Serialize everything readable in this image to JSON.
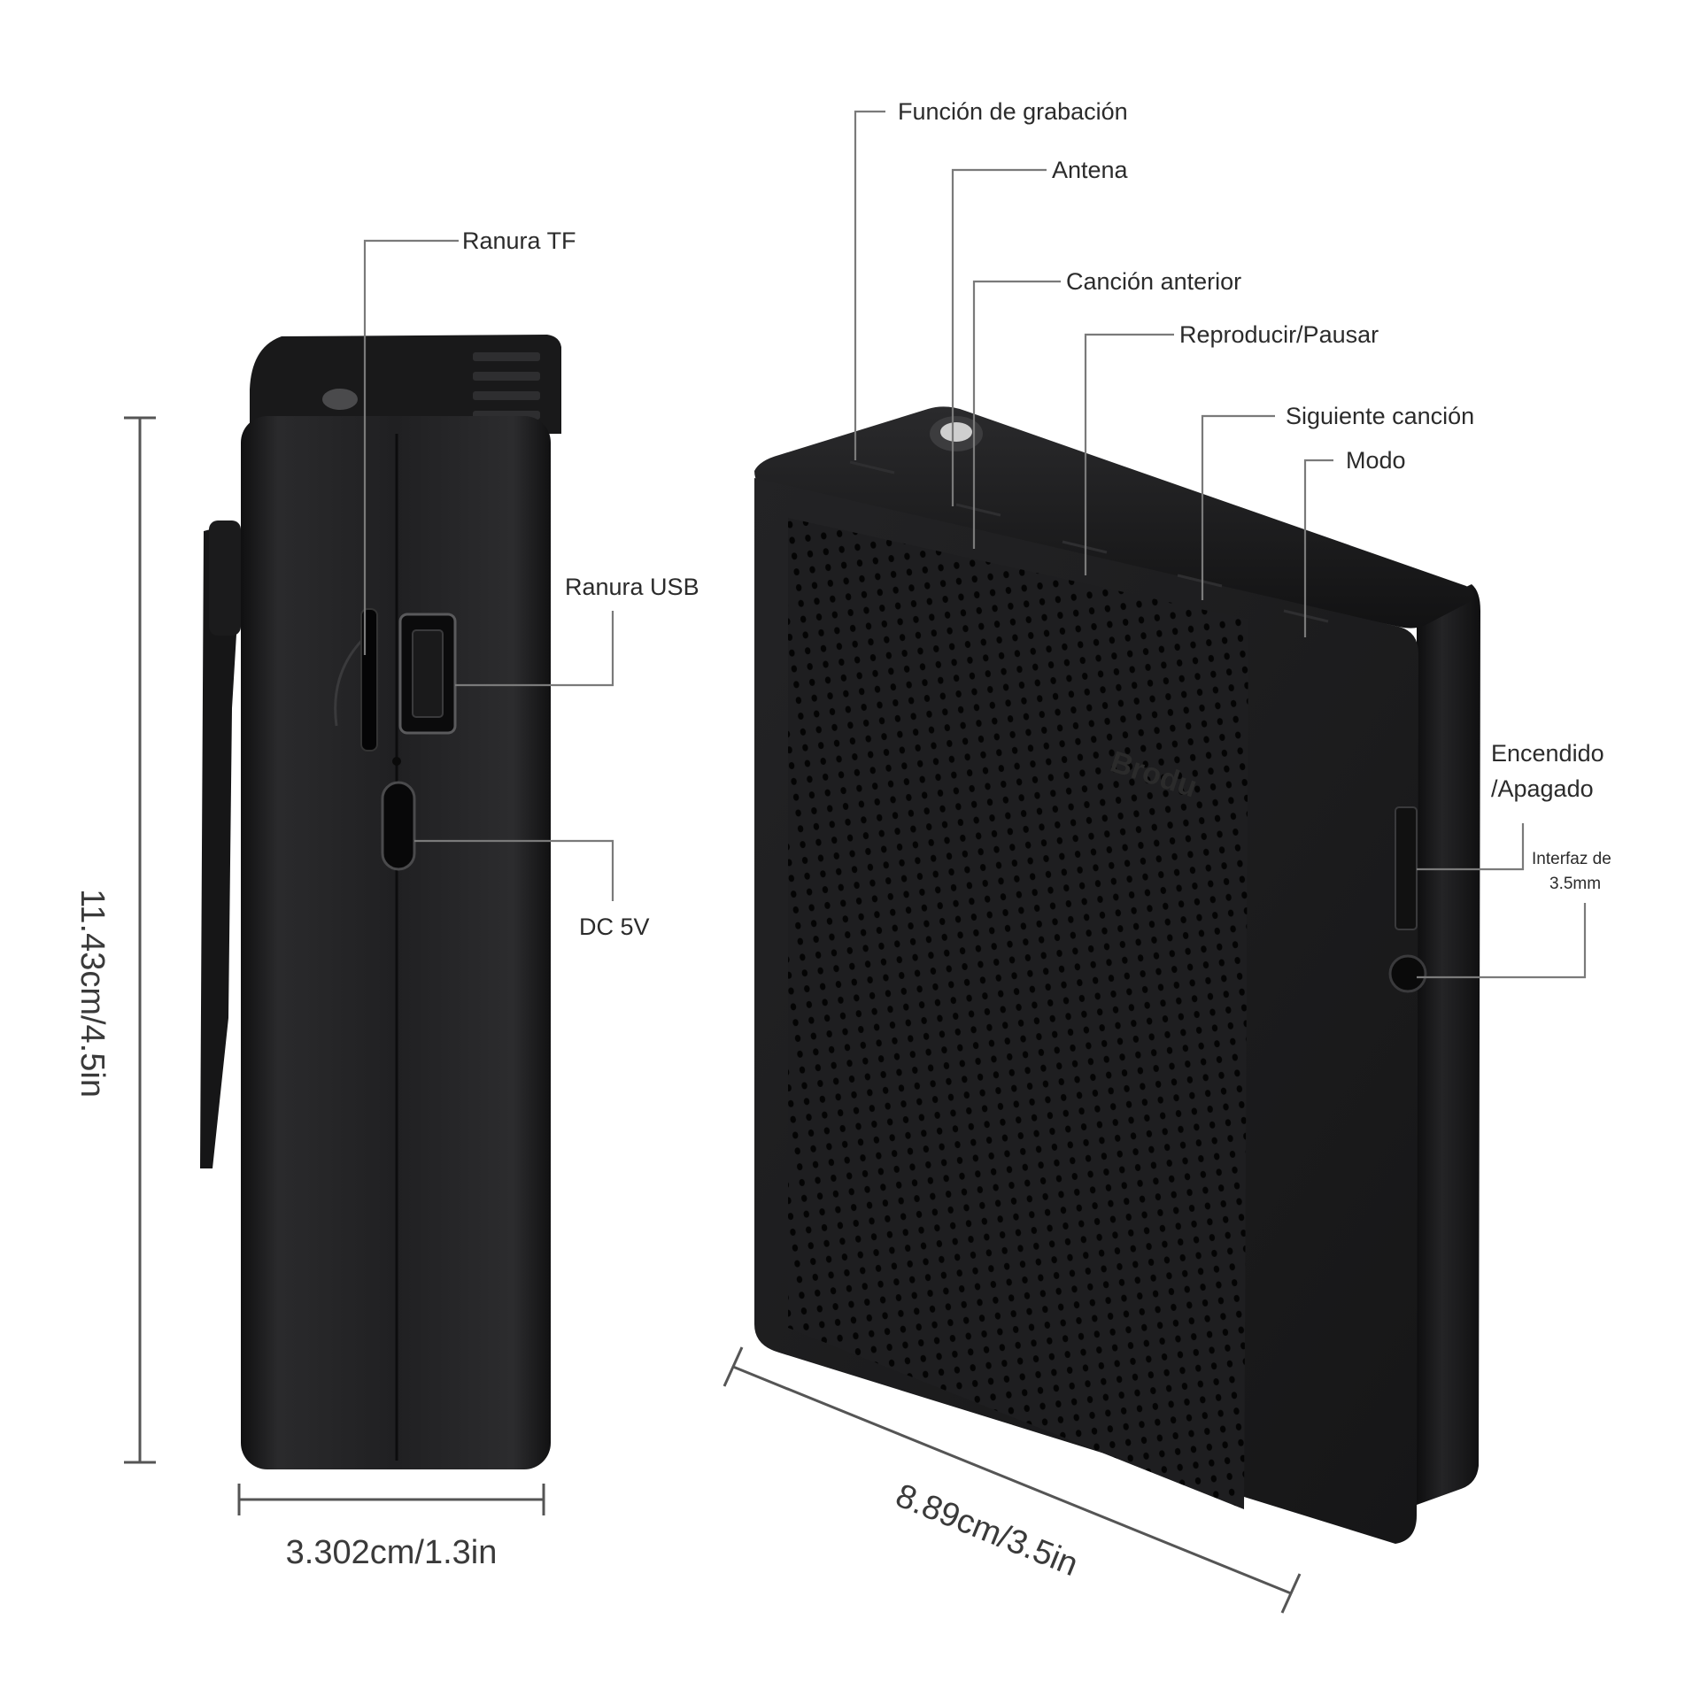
{
  "brand": "Brodu",
  "labels": {
    "tf_slot": "Ranura TF",
    "usb_slot": "Ranura USB",
    "dc": "DC 5V",
    "record": "Función de grabación",
    "antenna": "Antena",
    "prev": "Canción anterior",
    "play_pause": "Reproducir/Pausar",
    "next": "Siguiente canción",
    "mode": "Modo",
    "power_line1": "Encendido",
    "power_line2": "/Apagado",
    "jack_line1": "Interfaz de",
    "jack_line2": "3.5mm"
  },
  "dimensions": {
    "height": "11.43cm/4.5in",
    "depth": "3.302cm/1.3in",
    "width": "8.89cm/3.5in"
  },
  "colors": {
    "body": "#1c1c1e",
    "body_edge": "#2c2c2e",
    "top": "#151516",
    "grille_hole": "#050505",
    "leader": "#7a7a7a"
  }
}
